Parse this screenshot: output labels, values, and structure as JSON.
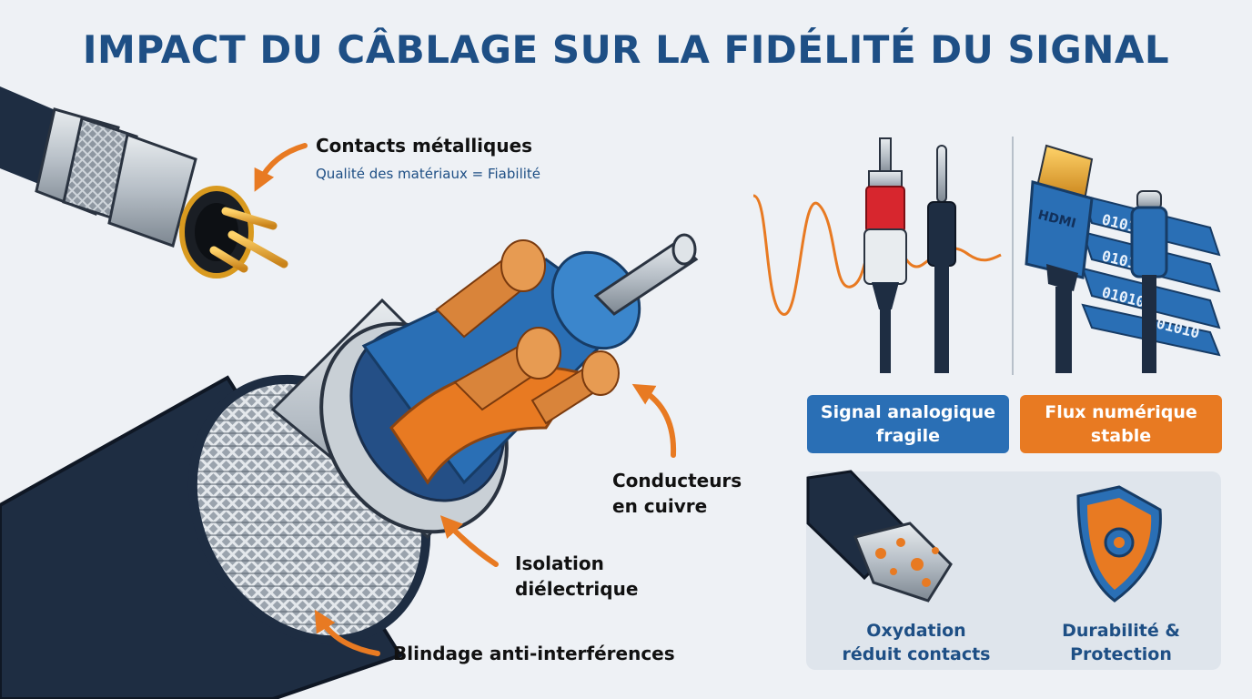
{
  "header": {
    "title": "IMPACT DU CÂBLAGE SUR LA FIDÉLITÉ DU SIGNAL"
  },
  "callouts": {
    "contacts": {
      "title": "Contacts métalliques",
      "subtitle": "Qualité des matériaux = Fiabilité"
    },
    "conducteurs": {
      "line1": "Conducteurs",
      "line2": "en cuivre"
    },
    "isolation": {
      "line1": "Isolation",
      "line2": "diélectrique"
    },
    "blindage": {
      "label": "Blindage anti-interférences"
    }
  },
  "comparison": {
    "analog": {
      "line1": "Signal analogique",
      "line2": "fragile"
    },
    "digital": {
      "line1": "Flux numérique",
      "line2": "stable"
    },
    "binary_text": "01010",
    "hdmi_text": "HDMI"
  },
  "panel": {
    "oxidation": {
      "line1": "Oxydation",
      "line2": "réduit contacts"
    },
    "durability": {
      "line1": "Durabilité &",
      "line2": "Protection"
    }
  },
  "colors": {
    "title": "#1e4f85",
    "accent_orange": "#e87a22",
    "cable_dark": "#1e2d42",
    "blue": "#2a6fb5",
    "copper": "#d9843a",
    "gold": "#e8a821"
  }
}
